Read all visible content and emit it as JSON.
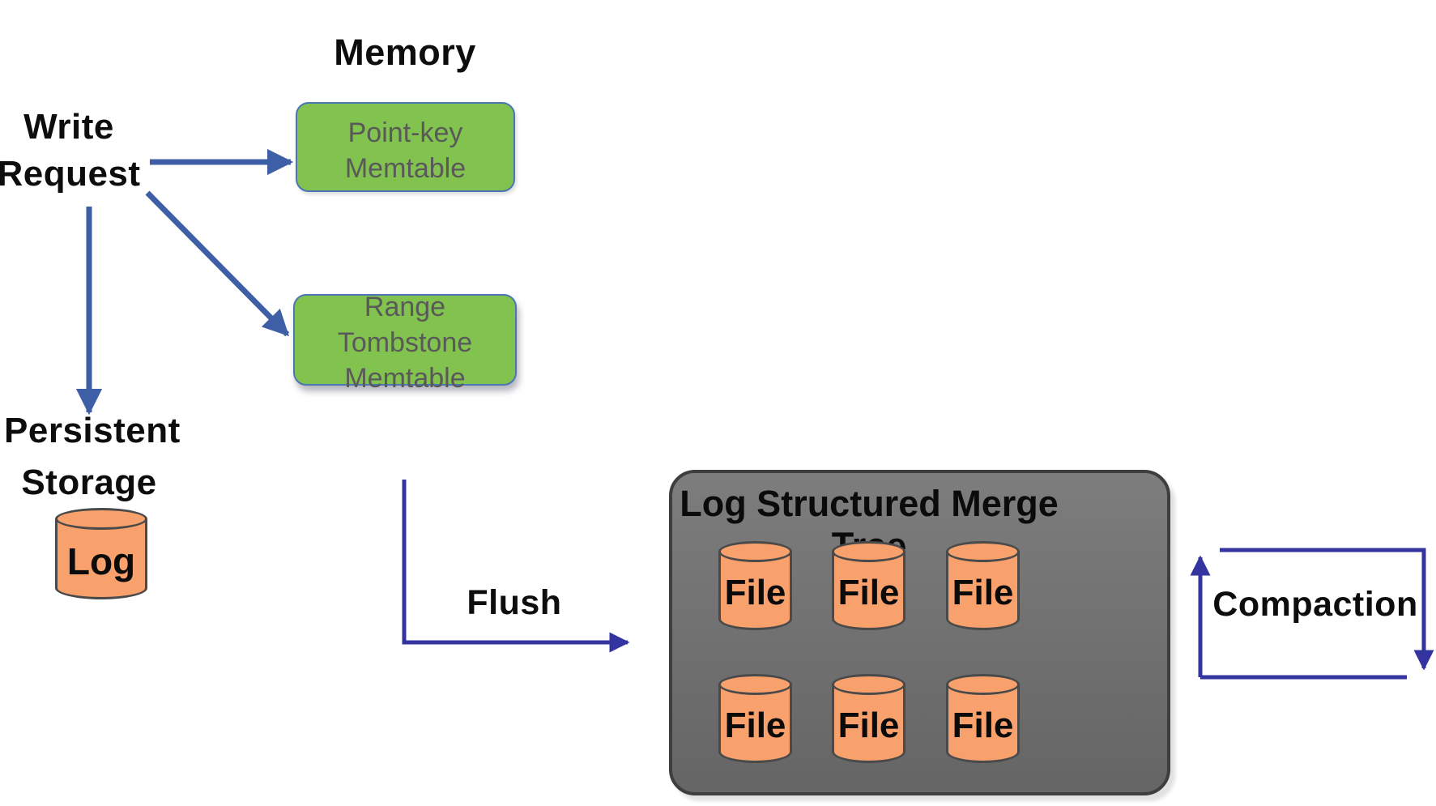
{
  "labels": {
    "memory": "Memory",
    "write_line1": "Write",
    "write_line2": "Request",
    "persistent_line1": "Persistent",
    "persistent_line2": "Storage",
    "log": "Log",
    "flush": "Flush",
    "compaction": "Compaction"
  },
  "memtables": [
    {
      "line1": "Point-key",
      "line2": "Memtable"
    },
    {
      "line1": "Range Tombstone",
      "line2": "Memtable"
    }
  ],
  "lsm": {
    "title": "Log Structured Merge Tree",
    "files": [
      "File",
      "File",
      "File",
      "File",
      "File",
      "File"
    ]
  },
  "colors": {
    "write_arrow": "#3E5FA5",
    "flow_arrow": "#3434A0",
    "memtable_fill": "#82C24E",
    "memtable_border": "#4A77B4",
    "memtable_text": "#595959",
    "cylinder_fill": "#F9A16C",
    "cylinder_border": "#4A4A4A",
    "lsm_fill_top": "#7D7D7D",
    "lsm_fill_bottom": "#656565",
    "lsm_border": "#3E3E3E",
    "label_text": "#0D0D0D"
  }
}
